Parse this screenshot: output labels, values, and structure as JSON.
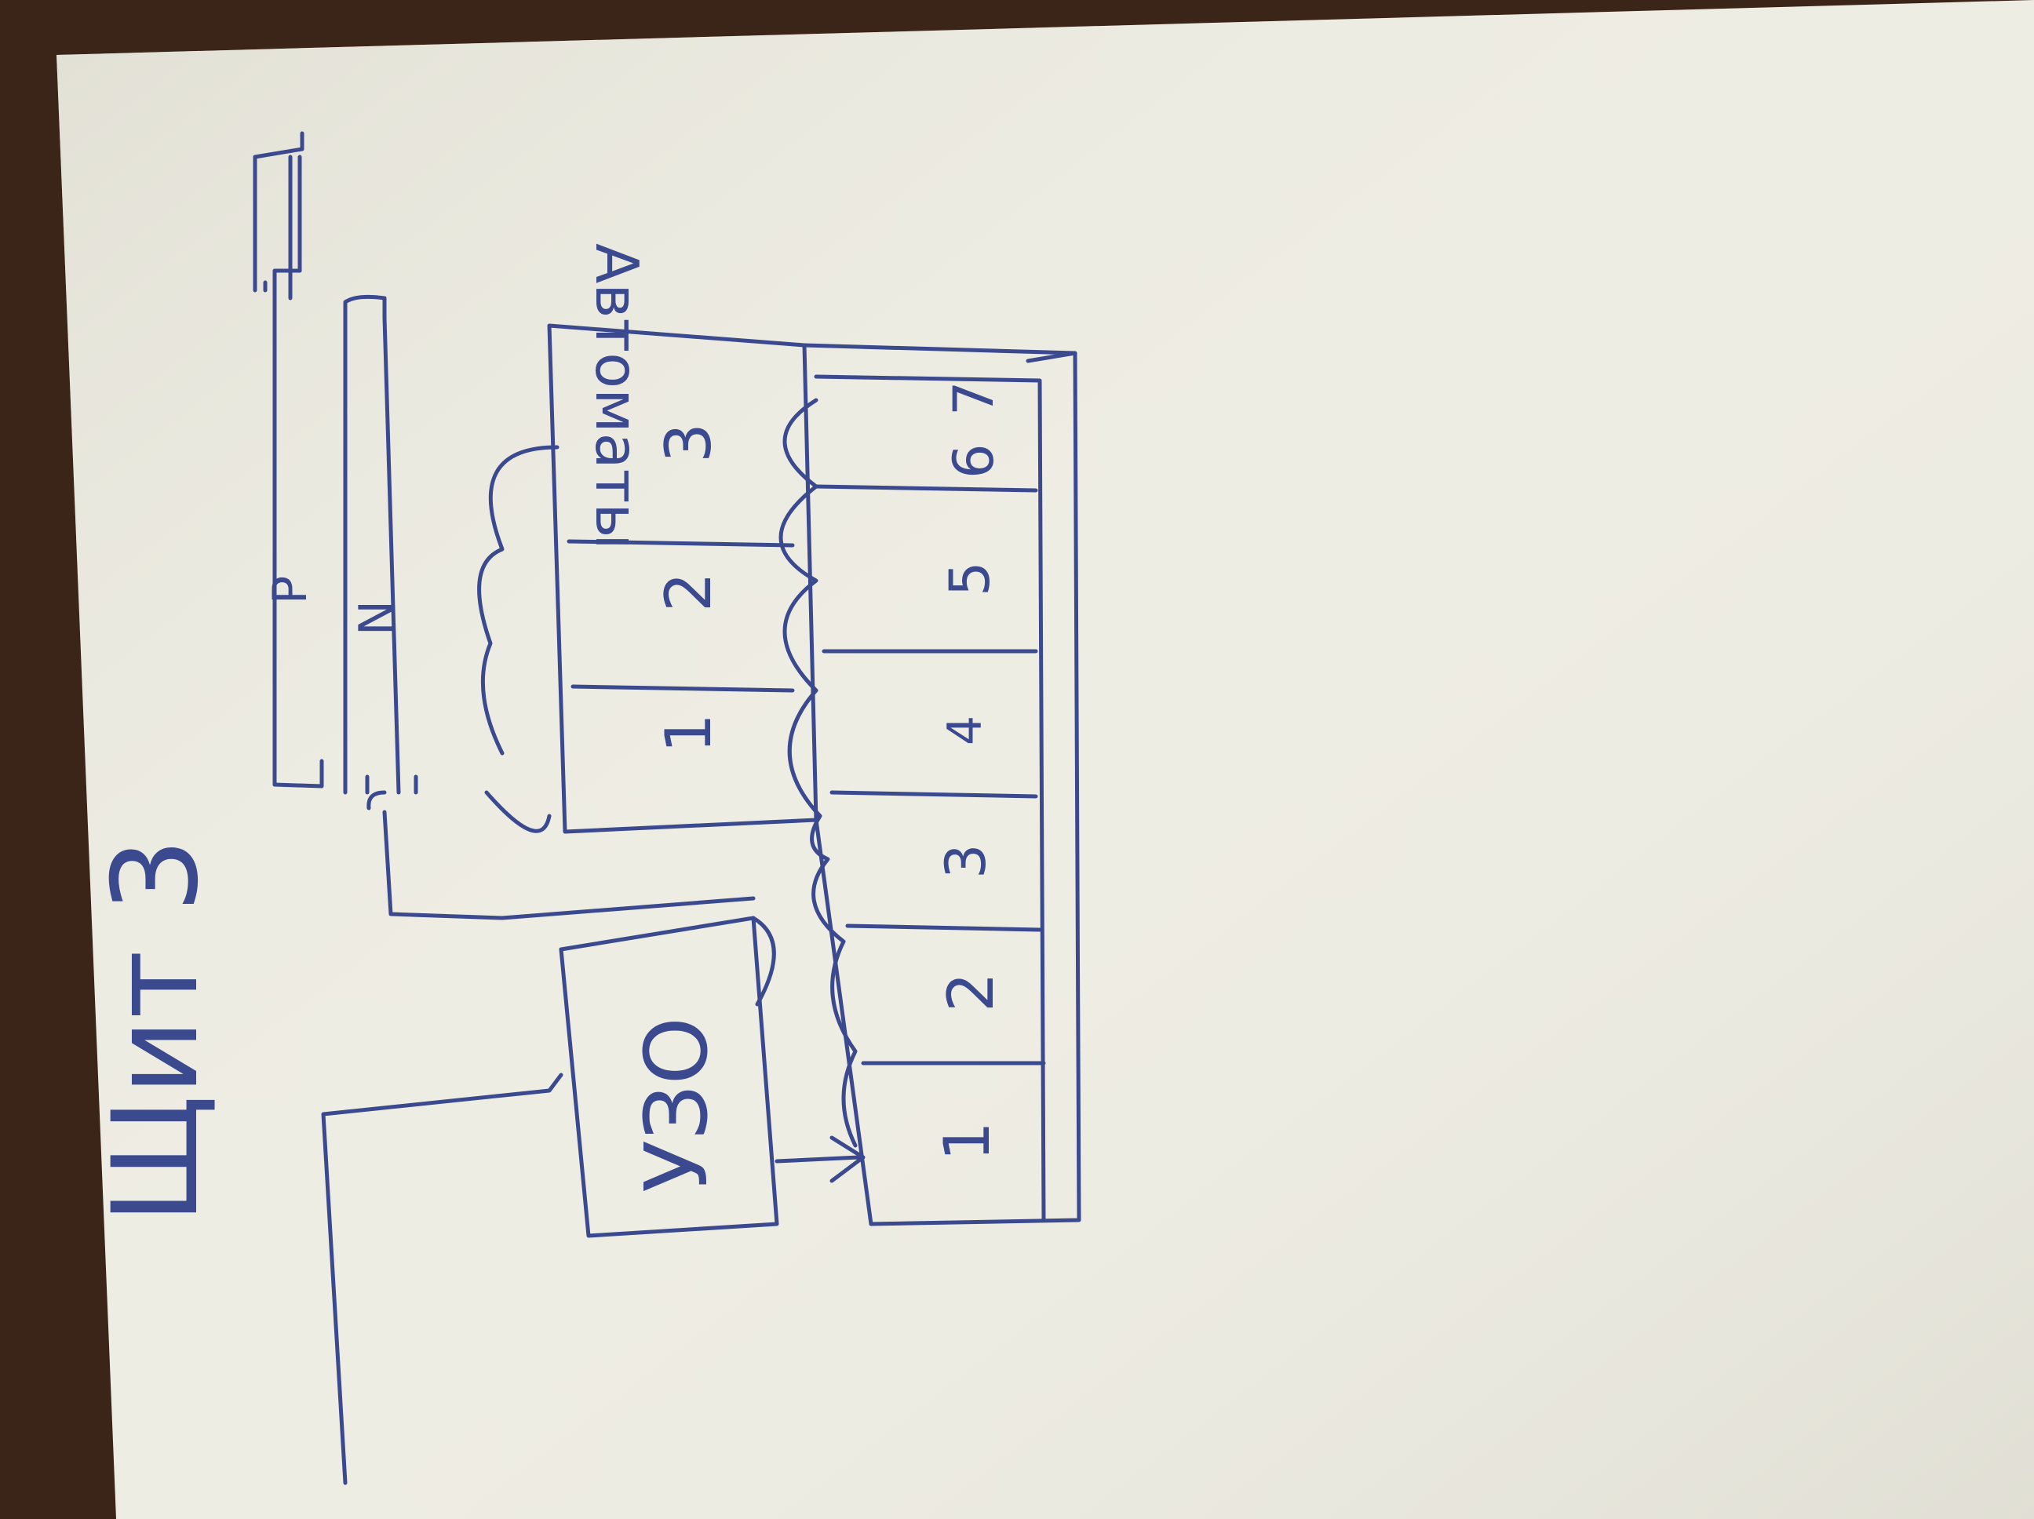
{
  "sheet": {
    "title": "Щит 3",
    "bus_phase_label": "P",
    "bus_neutral_label": "N",
    "rcd_label": "УЗО",
    "breakers_header": "Автоматы",
    "upper_group": [
      "1",
      "2",
      "3"
    ],
    "lower_group": [
      "1",
      "2",
      "3",
      "4",
      "5",
      "6",
      "7"
    ]
  },
  "colors": {
    "paper": "#eeede3",
    "ink": "#3b4a8e",
    "background": "#3b2418"
  }
}
